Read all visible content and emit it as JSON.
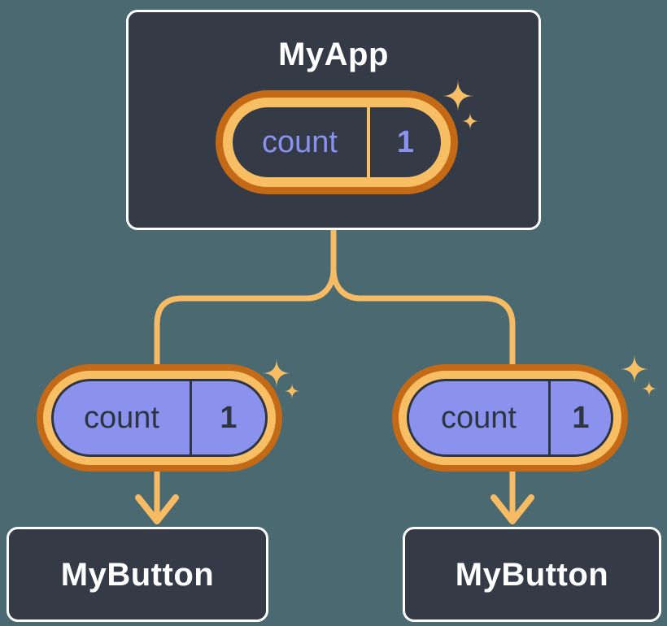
{
  "diagram": {
    "description": "React component tree sharing state",
    "root": {
      "title": "MyApp",
      "state": {
        "name": "count",
        "value": "1"
      }
    },
    "children": [
      {
        "title": "MyButton",
        "prop": {
          "name": "count",
          "value": "1"
        }
      },
      {
        "title": "MyButton",
        "prop": {
          "name": "count",
          "value": "1"
        }
      }
    ],
    "icons": {
      "sparkle": "four-point-star",
      "arrow": "arrow-down"
    },
    "colors": {
      "background": "#4A6971",
      "node_fill": "#343A46",
      "node_border": "#FFFFFF",
      "pill_ring_outer": "#C46A16",
      "pill_ring_inner": "#F8BE64",
      "connector": "#F7BC63",
      "accent_purple": "#8A92EE",
      "dark_text": "#2F3540",
      "title_text": "#FFFFFF"
    }
  }
}
